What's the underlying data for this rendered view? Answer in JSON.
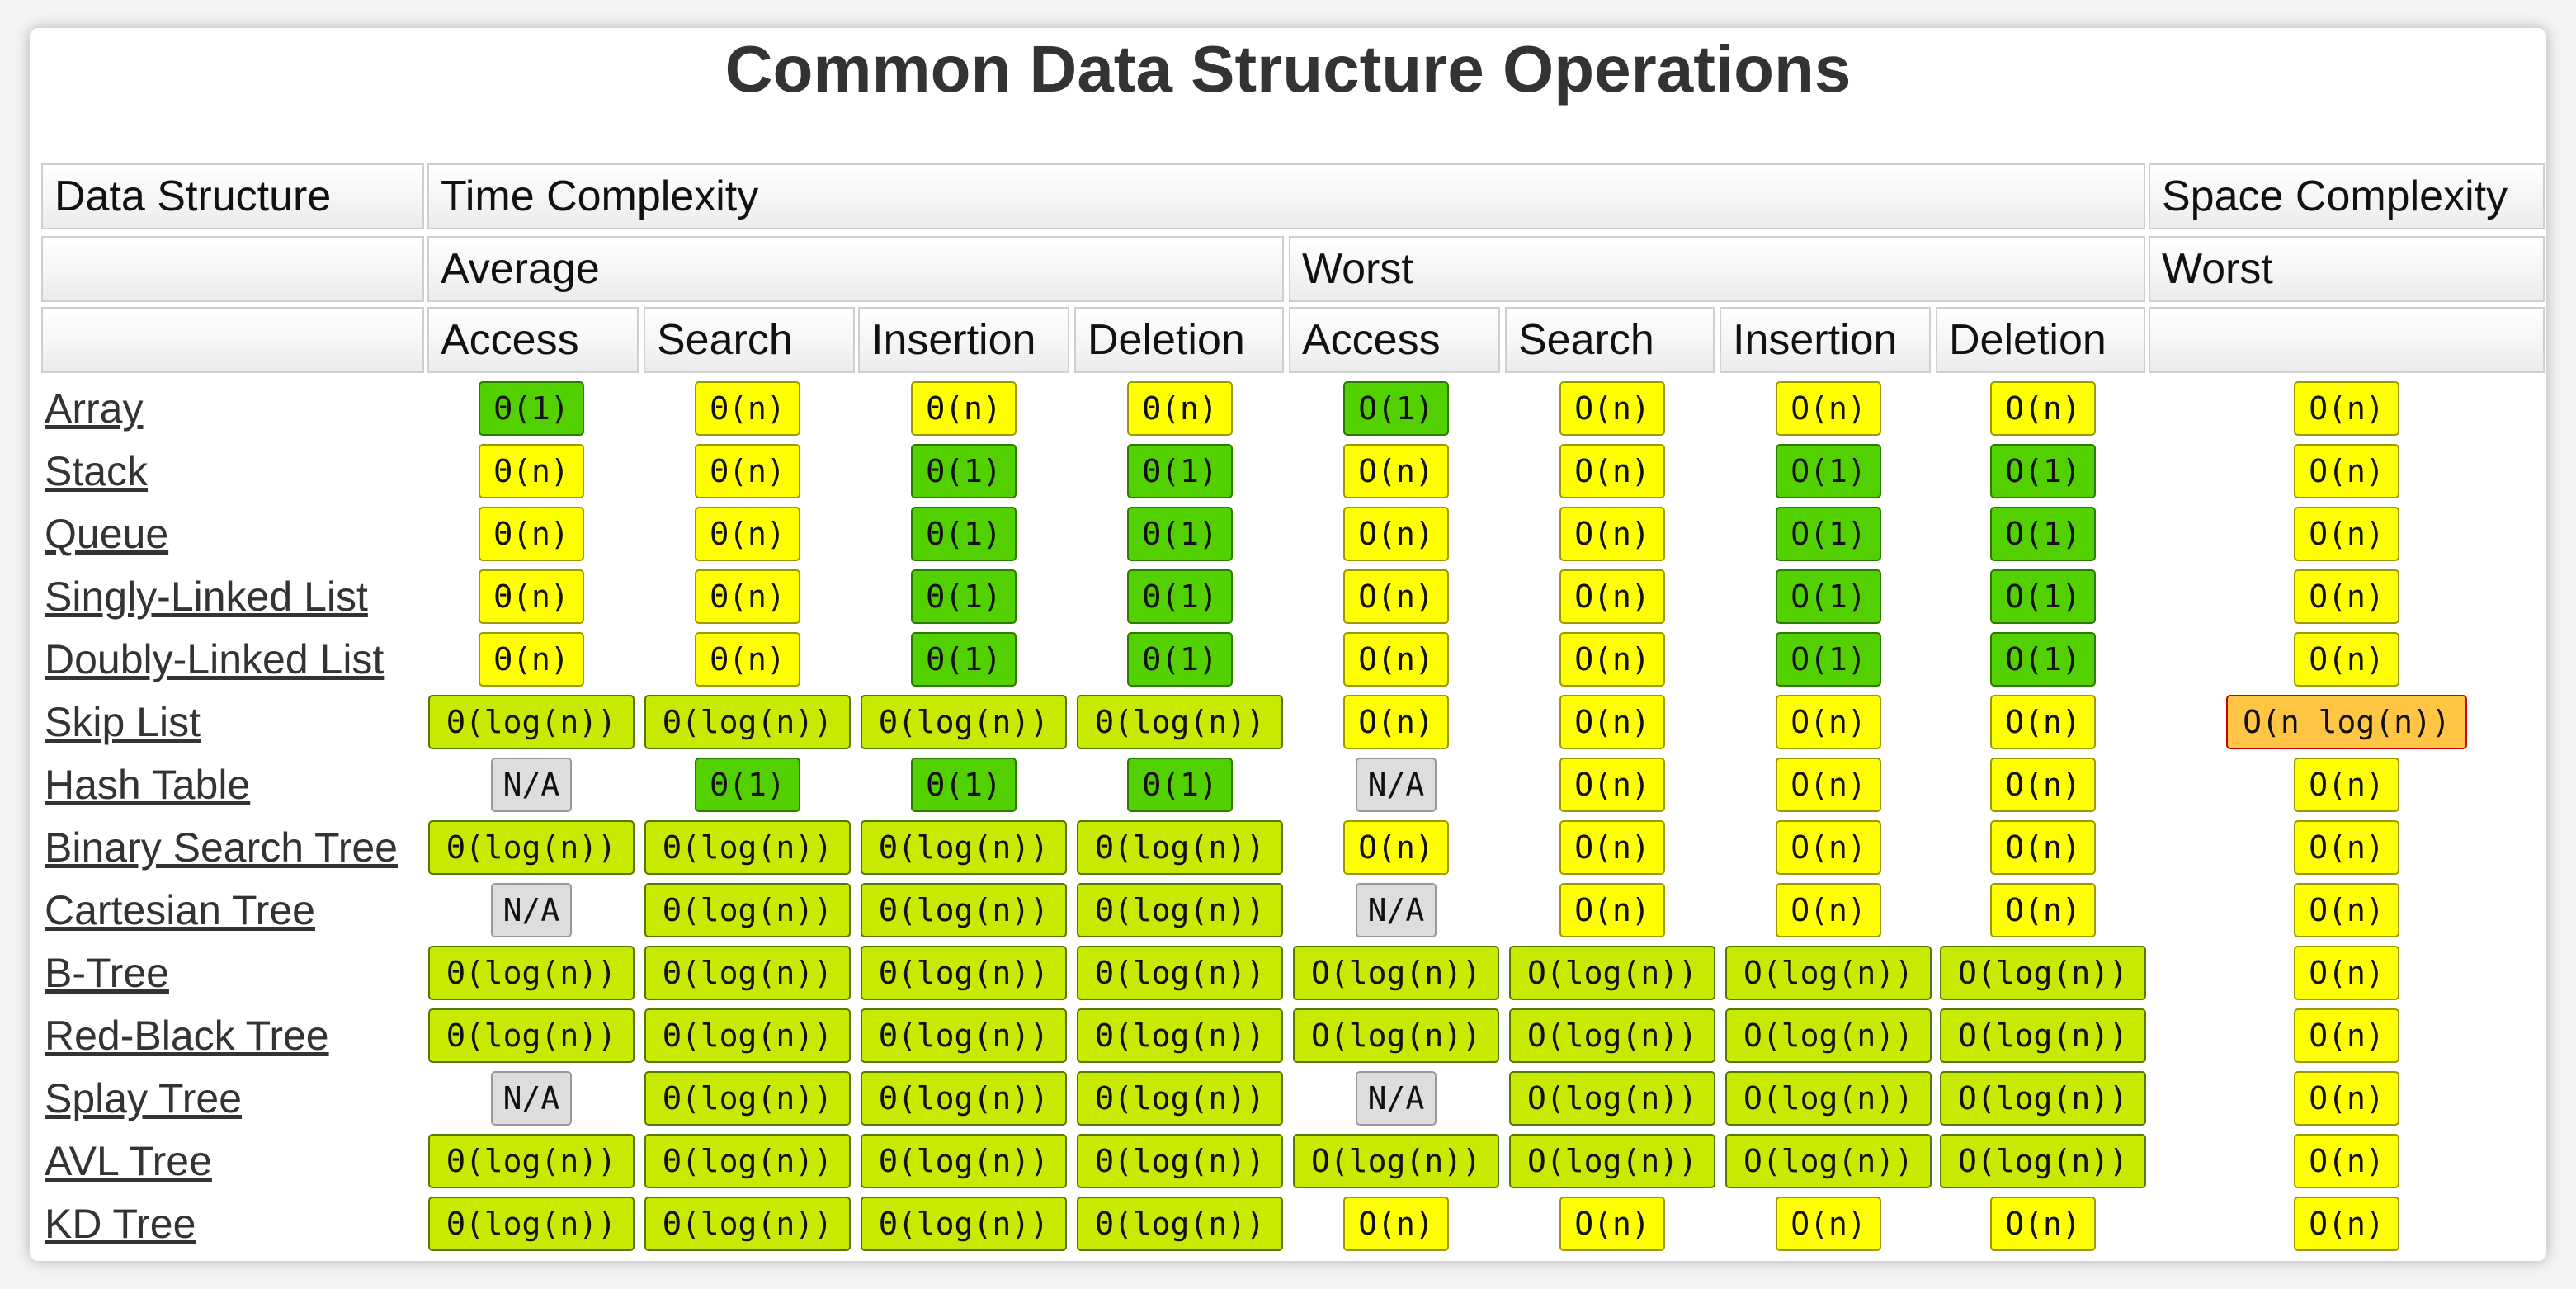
{
  "title": "Common Data Structure Operations",
  "header": {
    "data_structure": "Data Structure",
    "time_complexity": "Time Complexity",
    "space_complexity": "Space Complexity",
    "average": "Average",
    "worst": "Worst",
    "space_worst": "Worst",
    "ops": [
      "Access",
      "Search",
      "Insertion",
      "Deletion",
      "Access",
      "Search",
      "Insertion",
      "Deletion"
    ]
  },
  "colors": {
    "good": "#53d000",
    "fair": "#c8ea00",
    "ok": "#ffff00",
    "bad": "#ffc543",
    "na": "#dddddd"
  },
  "rows": [
    {
      "name": "Array",
      "cells": [
        [
          "Θ(1)",
          "good"
        ],
        [
          "Θ(n)",
          "ok"
        ],
        [
          "Θ(n)",
          "ok"
        ],
        [
          "Θ(n)",
          "ok"
        ],
        [
          "O(1)",
          "good"
        ],
        [
          "O(n)",
          "ok"
        ],
        [
          "O(n)",
          "ok"
        ],
        [
          "O(n)",
          "ok"
        ],
        [
          "O(n)",
          "ok"
        ]
      ]
    },
    {
      "name": "Stack",
      "cells": [
        [
          "Θ(n)",
          "ok"
        ],
        [
          "Θ(n)",
          "ok"
        ],
        [
          "Θ(1)",
          "good"
        ],
        [
          "Θ(1)",
          "good"
        ],
        [
          "O(n)",
          "ok"
        ],
        [
          "O(n)",
          "ok"
        ],
        [
          "O(1)",
          "good"
        ],
        [
          "O(1)",
          "good"
        ],
        [
          "O(n)",
          "ok"
        ]
      ]
    },
    {
      "name": "Queue",
      "cells": [
        [
          "Θ(n)",
          "ok"
        ],
        [
          "Θ(n)",
          "ok"
        ],
        [
          "Θ(1)",
          "good"
        ],
        [
          "Θ(1)",
          "good"
        ],
        [
          "O(n)",
          "ok"
        ],
        [
          "O(n)",
          "ok"
        ],
        [
          "O(1)",
          "good"
        ],
        [
          "O(1)",
          "good"
        ],
        [
          "O(n)",
          "ok"
        ]
      ]
    },
    {
      "name": "Singly-Linked List",
      "cells": [
        [
          "Θ(n)",
          "ok"
        ],
        [
          "Θ(n)",
          "ok"
        ],
        [
          "Θ(1)",
          "good"
        ],
        [
          "Θ(1)",
          "good"
        ],
        [
          "O(n)",
          "ok"
        ],
        [
          "O(n)",
          "ok"
        ],
        [
          "O(1)",
          "good"
        ],
        [
          "O(1)",
          "good"
        ],
        [
          "O(n)",
          "ok"
        ]
      ]
    },
    {
      "name": "Doubly-Linked List",
      "cells": [
        [
          "Θ(n)",
          "ok"
        ],
        [
          "Θ(n)",
          "ok"
        ],
        [
          "Θ(1)",
          "good"
        ],
        [
          "Θ(1)",
          "good"
        ],
        [
          "O(n)",
          "ok"
        ],
        [
          "O(n)",
          "ok"
        ],
        [
          "O(1)",
          "good"
        ],
        [
          "O(1)",
          "good"
        ],
        [
          "O(n)",
          "ok"
        ]
      ]
    },
    {
      "name": "Skip List",
      "cells": [
        [
          "Θ(log(n))",
          "fair"
        ],
        [
          "Θ(log(n))",
          "fair"
        ],
        [
          "Θ(log(n))",
          "fair"
        ],
        [
          "Θ(log(n))",
          "fair"
        ],
        [
          "O(n)",
          "ok"
        ],
        [
          "O(n)",
          "ok"
        ],
        [
          "O(n)",
          "ok"
        ],
        [
          "O(n)",
          "ok"
        ],
        [
          "O(n log(n))",
          "bad"
        ]
      ]
    },
    {
      "name": "Hash Table",
      "cells": [
        [
          "N/A",
          "na"
        ],
        [
          "Θ(1)",
          "good"
        ],
        [
          "Θ(1)",
          "good"
        ],
        [
          "Θ(1)",
          "good"
        ],
        [
          "N/A",
          "na"
        ],
        [
          "O(n)",
          "ok"
        ],
        [
          "O(n)",
          "ok"
        ],
        [
          "O(n)",
          "ok"
        ],
        [
          "O(n)",
          "ok"
        ]
      ]
    },
    {
      "name": "Binary Search Tree",
      "cells": [
        [
          "Θ(log(n))",
          "fair"
        ],
        [
          "Θ(log(n))",
          "fair"
        ],
        [
          "Θ(log(n))",
          "fair"
        ],
        [
          "Θ(log(n))",
          "fair"
        ],
        [
          "O(n)",
          "ok"
        ],
        [
          "O(n)",
          "ok"
        ],
        [
          "O(n)",
          "ok"
        ],
        [
          "O(n)",
          "ok"
        ],
        [
          "O(n)",
          "ok"
        ]
      ]
    },
    {
      "name": "Cartesian Tree",
      "cells": [
        [
          "N/A",
          "na"
        ],
        [
          "Θ(log(n))",
          "fair"
        ],
        [
          "Θ(log(n))",
          "fair"
        ],
        [
          "Θ(log(n))",
          "fair"
        ],
        [
          "N/A",
          "na"
        ],
        [
          "O(n)",
          "ok"
        ],
        [
          "O(n)",
          "ok"
        ],
        [
          "O(n)",
          "ok"
        ],
        [
          "O(n)",
          "ok"
        ]
      ]
    },
    {
      "name": "B-Tree",
      "cells": [
        [
          "Θ(log(n))",
          "fair"
        ],
        [
          "Θ(log(n))",
          "fair"
        ],
        [
          "Θ(log(n))",
          "fair"
        ],
        [
          "Θ(log(n))",
          "fair"
        ],
        [
          "O(log(n))",
          "fair"
        ],
        [
          "O(log(n))",
          "fair"
        ],
        [
          "O(log(n))",
          "fair"
        ],
        [
          "O(log(n))",
          "fair"
        ],
        [
          "O(n)",
          "ok"
        ]
      ]
    },
    {
      "name": "Red-Black Tree",
      "cells": [
        [
          "Θ(log(n))",
          "fair"
        ],
        [
          "Θ(log(n))",
          "fair"
        ],
        [
          "Θ(log(n))",
          "fair"
        ],
        [
          "Θ(log(n))",
          "fair"
        ],
        [
          "O(log(n))",
          "fair"
        ],
        [
          "O(log(n))",
          "fair"
        ],
        [
          "O(log(n))",
          "fair"
        ],
        [
          "O(log(n))",
          "fair"
        ],
        [
          "O(n)",
          "ok"
        ]
      ]
    },
    {
      "name": "Splay Tree",
      "cells": [
        [
          "N/A",
          "na"
        ],
        [
          "Θ(log(n))",
          "fair"
        ],
        [
          "Θ(log(n))",
          "fair"
        ],
        [
          "Θ(log(n))",
          "fair"
        ],
        [
          "N/A",
          "na"
        ],
        [
          "O(log(n))",
          "fair"
        ],
        [
          "O(log(n))",
          "fair"
        ],
        [
          "O(log(n))",
          "fair"
        ],
        [
          "O(n)",
          "ok"
        ]
      ]
    },
    {
      "name": "AVL Tree",
      "cells": [
        [
          "Θ(log(n))",
          "fair"
        ],
        [
          "Θ(log(n))",
          "fair"
        ],
        [
          "Θ(log(n))",
          "fair"
        ],
        [
          "Θ(log(n))",
          "fair"
        ],
        [
          "O(log(n))",
          "fair"
        ],
        [
          "O(log(n))",
          "fair"
        ],
        [
          "O(log(n))",
          "fair"
        ],
        [
          "O(log(n))",
          "fair"
        ],
        [
          "O(n)",
          "ok"
        ]
      ]
    },
    {
      "name": "KD Tree",
      "cells": [
        [
          "Θ(log(n))",
          "fair"
        ],
        [
          "Θ(log(n))",
          "fair"
        ],
        [
          "Θ(log(n))",
          "fair"
        ],
        [
          "Θ(log(n))",
          "fair"
        ],
        [
          "O(n)",
          "ok"
        ],
        [
          "O(n)",
          "ok"
        ],
        [
          "O(n)",
          "ok"
        ],
        [
          "O(n)",
          "ok"
        ],
        [
          "O(n)",
          "ok"
        ]
      ]
    }
  ]
}
